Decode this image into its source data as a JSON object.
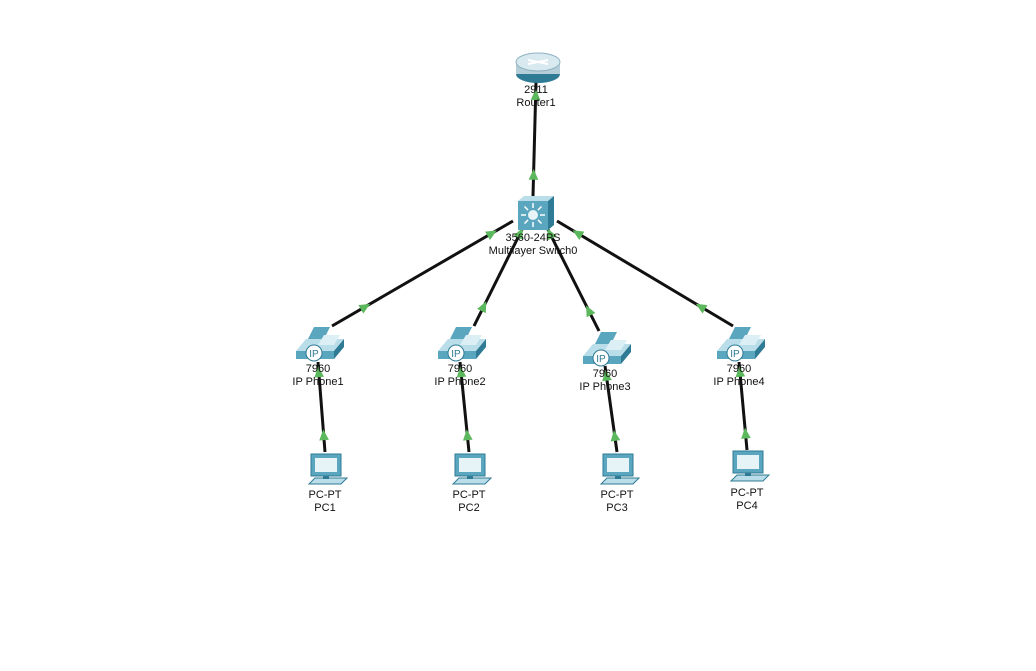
{
  "colors": {
    "link": "#111111",
    "link_up": "#5cb85c",
    "device_body": "#5aa6bf",
    "device_dark": "#2f7a94",
    "device_light": "#b9dde9",
    "router_body": "#b5ced8"
  },
  "nodes": [
    {
      "id": "router1",
      "kind": "router",
      "model": "2911",
      "name": "Router1",
      "icon": "router-icon"
    },
    {
      "id": "switch0",
      "kind": "multilayer-switch",
      "model": "3560-24PS",
      "name": "Multilayer Switch0",
      "icon": "multilayer-switch-icon"
    },
    {
      "id": "phone1",
      "kind": "ip-phone",
      "model": "7960",
      "name": "IP Phone1",
      "icon": "ip-phone-icon"
    },
    {
      "id": "phone2",
      "kind": "ip-phone",
      "model": "7960",
      "name": "IP Phone2",
      "icon": "ip-phone-icon"
    },
    {
      "id": "phone3",
      "kind": "ip-phone",
      "model": "7960",
      "name": "IP Phone3",
      "icon": "ip-phone-icon"
    },
    {
      "id": "phone4",
      "kind": "ip-phone",
      "model": "7960",
      "name": "IP Phone4",
      "icon": "ip-phone-icon"
    },
    {
      "id": "pc1",
      "kind": "pc",
      "model": "PC-PT",
      "name": "PC1",
      "icon": "pc-icon"
    },
    {
      "id": "pc2",
      "kind": "pc",
      "model": "PC-PT",
      "name": "PC2",
      "icon": "pc-icon"
    },
    {
      "id": "pc3",
      "kind": "pc",
      "model": "PC-PT",
      "name": "PC3",
      "icon": "pc-icon"
    },
    {
      "id": "pc4",
      "kind": "pc",
      "model": "PC-PT",
      "name": "PC4",
      "icon": "pc-icon"
    }
  ],
  "links": [
    {
      "from": "router1",
      "to": "switch0",
      "status": "up"
    },
    {
      "from": "switch0",
      "to": "phone1",
      "status": "up"
    },
    {
      "from": "switch0",
      "to": "phone2",
      "status": "up"
    },
    {
      "from": "switch0",
      "to": "phone3",
      "status": "up"
    },
    {
      "from": "switch0",
      "to": "phone4",
      "status": "up"
    },
    {
      "from": "phone1",
      "to": "pc1",
      "status": "up"
    },
    {
      "from": "phone2",
      "to": "pc2",
      "status": "up"
    },
    {
      "from": "phone3",
      "to": "pc3",
      "status": "up"
    },
    {
      "from": "phone4",
      "to": "pc4",
      "status": "up"
    }
  ]
}
